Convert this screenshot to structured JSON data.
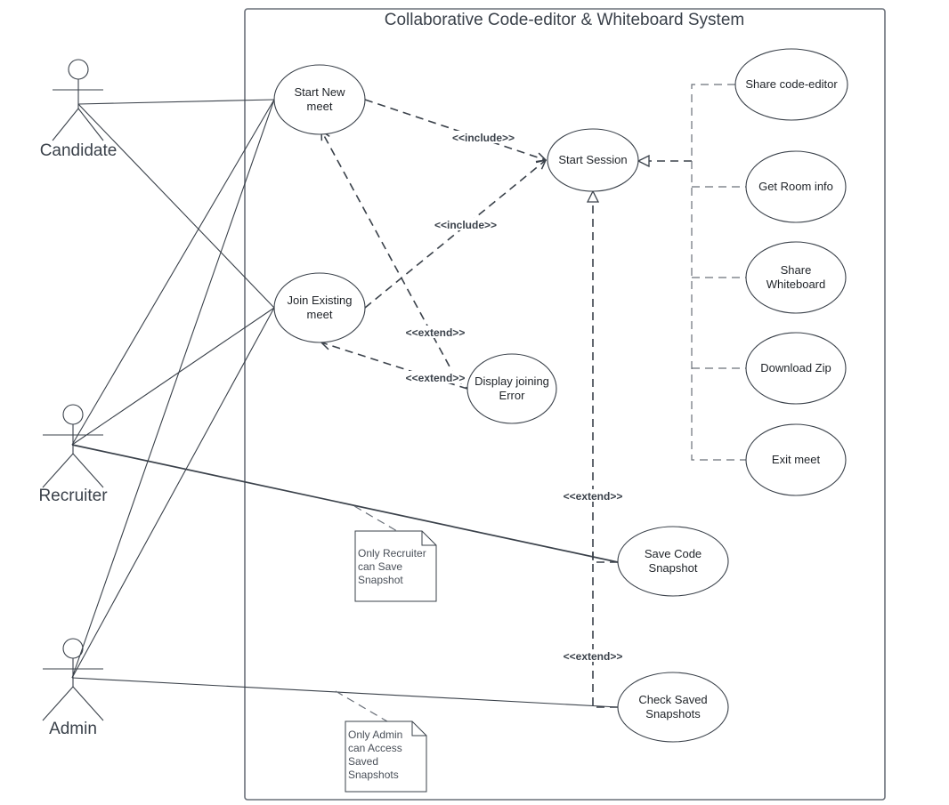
{
  "diagram": {
    "type": "uml-use-case",
    "system_title": "Collaborative Code-editor & Whiteboard System",
    "actors": [
      {
        "id": "candidate",
        "label": "Candidate"
      },
      {
        "id": "recruiter",
        "label": "Recruiter"
      },
      {
        "id": "admin",
        "label": "Admin"
      }
    ],
    "use_cases": [
      {
        "id": "start_new_meet",
        "lines": [
          "Start New",
          "meet"
        ]
      },
      {
        "id": "join_existing_meet",
        "lines": [
          "Join Existing",
          "meet"
        ]
      },
      {
        "id": "display_joining_error",
        "lines": [
          "Display joining",
          "Error"
        ]
      },
      {
        "id": "start_session",
        "lines": [
          "Start Session"
        ]
      },
      {
        "id": "share_code_editor",
        "lines": [
          "Share code-editor"
        ]
      },
      {
        "id": "get_room_info",
        "lines": [
          "Get Room info"
        ]
      },
      {
        "id": "share_whiteboard",
        "lines": [
          "Share",
          "Whiteboard"
        ]
      },
      {
        "id": "download_zip",
        "lines": [
          "Download Zip"
        ]
      },
      {
        "id": "exit_meet",
        "lines": [
          "Exit meet"
        ]
      },
      {
        "id": "save_code_snapshot",
        "lines": [
          "Save Code",
          "Snapshot"
        ]
      },
      {
        "id": "check_saved_snapshots",
        "lines": [
          "Check Saved",
          "Snapshots"
        ]
      }
    ],
    "associations": [
      {
        "actor": "candidate",
        "use_case": "start_new_meet"
      },
      {
        "actor": "candidate",
        "use_case": "join_existing_meet"
      },
      {
        "actor": "recruiter",
        "use_case": "start_new_meet"
      },
      {
        "actor": "recruiter",
        "use_case": "join_existing_meet"
      },
      {
        "actor": "recruiter",
        "use_case": "save_code_snapshot"
      },
      {
        "actor": "admin",
        "use_case": "start_new_meet"
      },
      {
        "actor": "admin",
        "use_case": "join_existing_meet"
      },
      {
        "actor": "admin",
        "use_case": "check_saved_snapshots"
      }
    ],
    "relationships": [
      {
        "from": "start_new_meet",
        "to": "start_session",
        "stereotype": "<<include>>"
      },
      {
        "from": "join_existing_meet",
        "to": "start_session",
        "stereotype": "<<include>>"
      },
      {
        "from": "display_joining_error",
        "to": "start_new_meet",
        "stereotype": "<<extend>>"
      },
      {
        "from": "display_joining_error",
        "to": "join_existing_meet",
        "stereotype": "<<extend>>"
      },
      {
        "from": "save_code_snapshot",
        "to": "start_session",
        "stereotype": "<<extend>>"
      },
      {
        "from": "check_saved_snapshots",
        "to": "start_session",
        "stereotype": "<<extend>>"
      }
    ],
    "generalizations": [
      {
        "child": "share_code_editor",
        "parent": "start_session"
      },
      {
        "child": "get_room_info",
        "parent": "start_session"
      },
      {
        "child": "share_whiteboard",
        "parent": "start_session"
      },
      {
        "child": "download_zip",
        "parent": "start_session"
      },
      {
        "child": "exit_meet",
        "parent": "start_session"
      }
    ],
    "notes": [
      {
        "id": "note_recruiter",
        "lines": [
          "Only Recruiter",
          "can Save",
          "Snapshot"
        ]
      },
      {
        "id": "note_admin",
        "lines": [
          "Only Admin",
          "can Access",
          "Saved",
          "Snapshots"
        ]
      }
    ]
  }
}
